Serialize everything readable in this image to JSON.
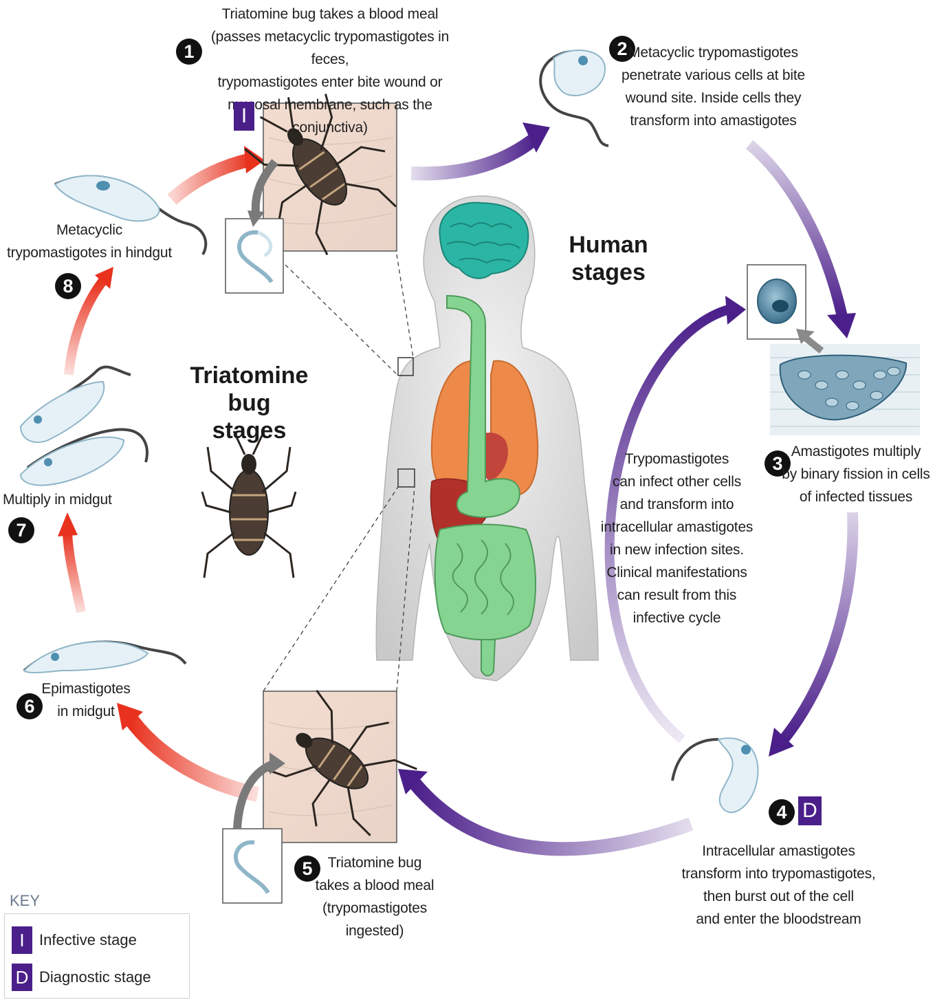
{
  "stages": {
    "s1": {
      "number": "1",
      "text": "Triatomine bug takes a blood meal\n(passes metacyclic trypomastigotes in feces,\ntrypomastigotes enter bite wound or\nmucosal membrane, such as the conjunctiva)"
    },
    "s2": {
      "number": "2",
      "text": "Metacyclic trypomastigotes\npenetrate various cells at bite\nwound site. Inside cells they\ntransform into amastigotes"
    },
    "s3": {
      "number": "3",
      "text": "Amastigotes multiply\nby binary fission in cells\nof infected tissues"
    },
    "s4": {
      "number": "4",
      "text": "Intracellular amastigotes\ntransform into trypomastigotes,\nthen burst out of the cell\nand enter the bloodstream"
    },
    "s5": {
      "number": "5",
      "text": "Triatomine bug\ntakes a blood meal\n(trypomastigotes ingested)"
    },
    "s6": {
      "number": "6",
      "text": "Epimastigotes\nin midgut"
    },
    "s7": {
      "number": "7",
      "text": "Multiply in midgut"
    },
    "s8": {
      "number": "8",
      "text": "Metacyclic\ntrypomastigotes in hindgut"
    }
  },
  "badges": {
    "infective": "I",
    "diagnostic": "D"
  },
  "labels": {
    "human_stages": "Human\nstages",
    "bug_stages": "Triatomine\nbug stages",
    "reinfection": "Trypomastigotes\ncan infect other cells\nand transform into\nintracellular amastigotes\nin new infection sites.\nClinical manifestations\ncan result from this\ninfective cycle"
  },
  "key": {
    "title": "KEY",
    "items": [
      {
        "badge": "I",
        "label": "Infective stage"
      },
      {
        "badge": "D",
        "label": "Diagnostic stage"
      }
    ]
  },
  "colors": {
    "human_arrow": "#4b1f8a",
    "bug_arrow": "#e8321e",
    "badge": "#4b1f8a"
  }
}
